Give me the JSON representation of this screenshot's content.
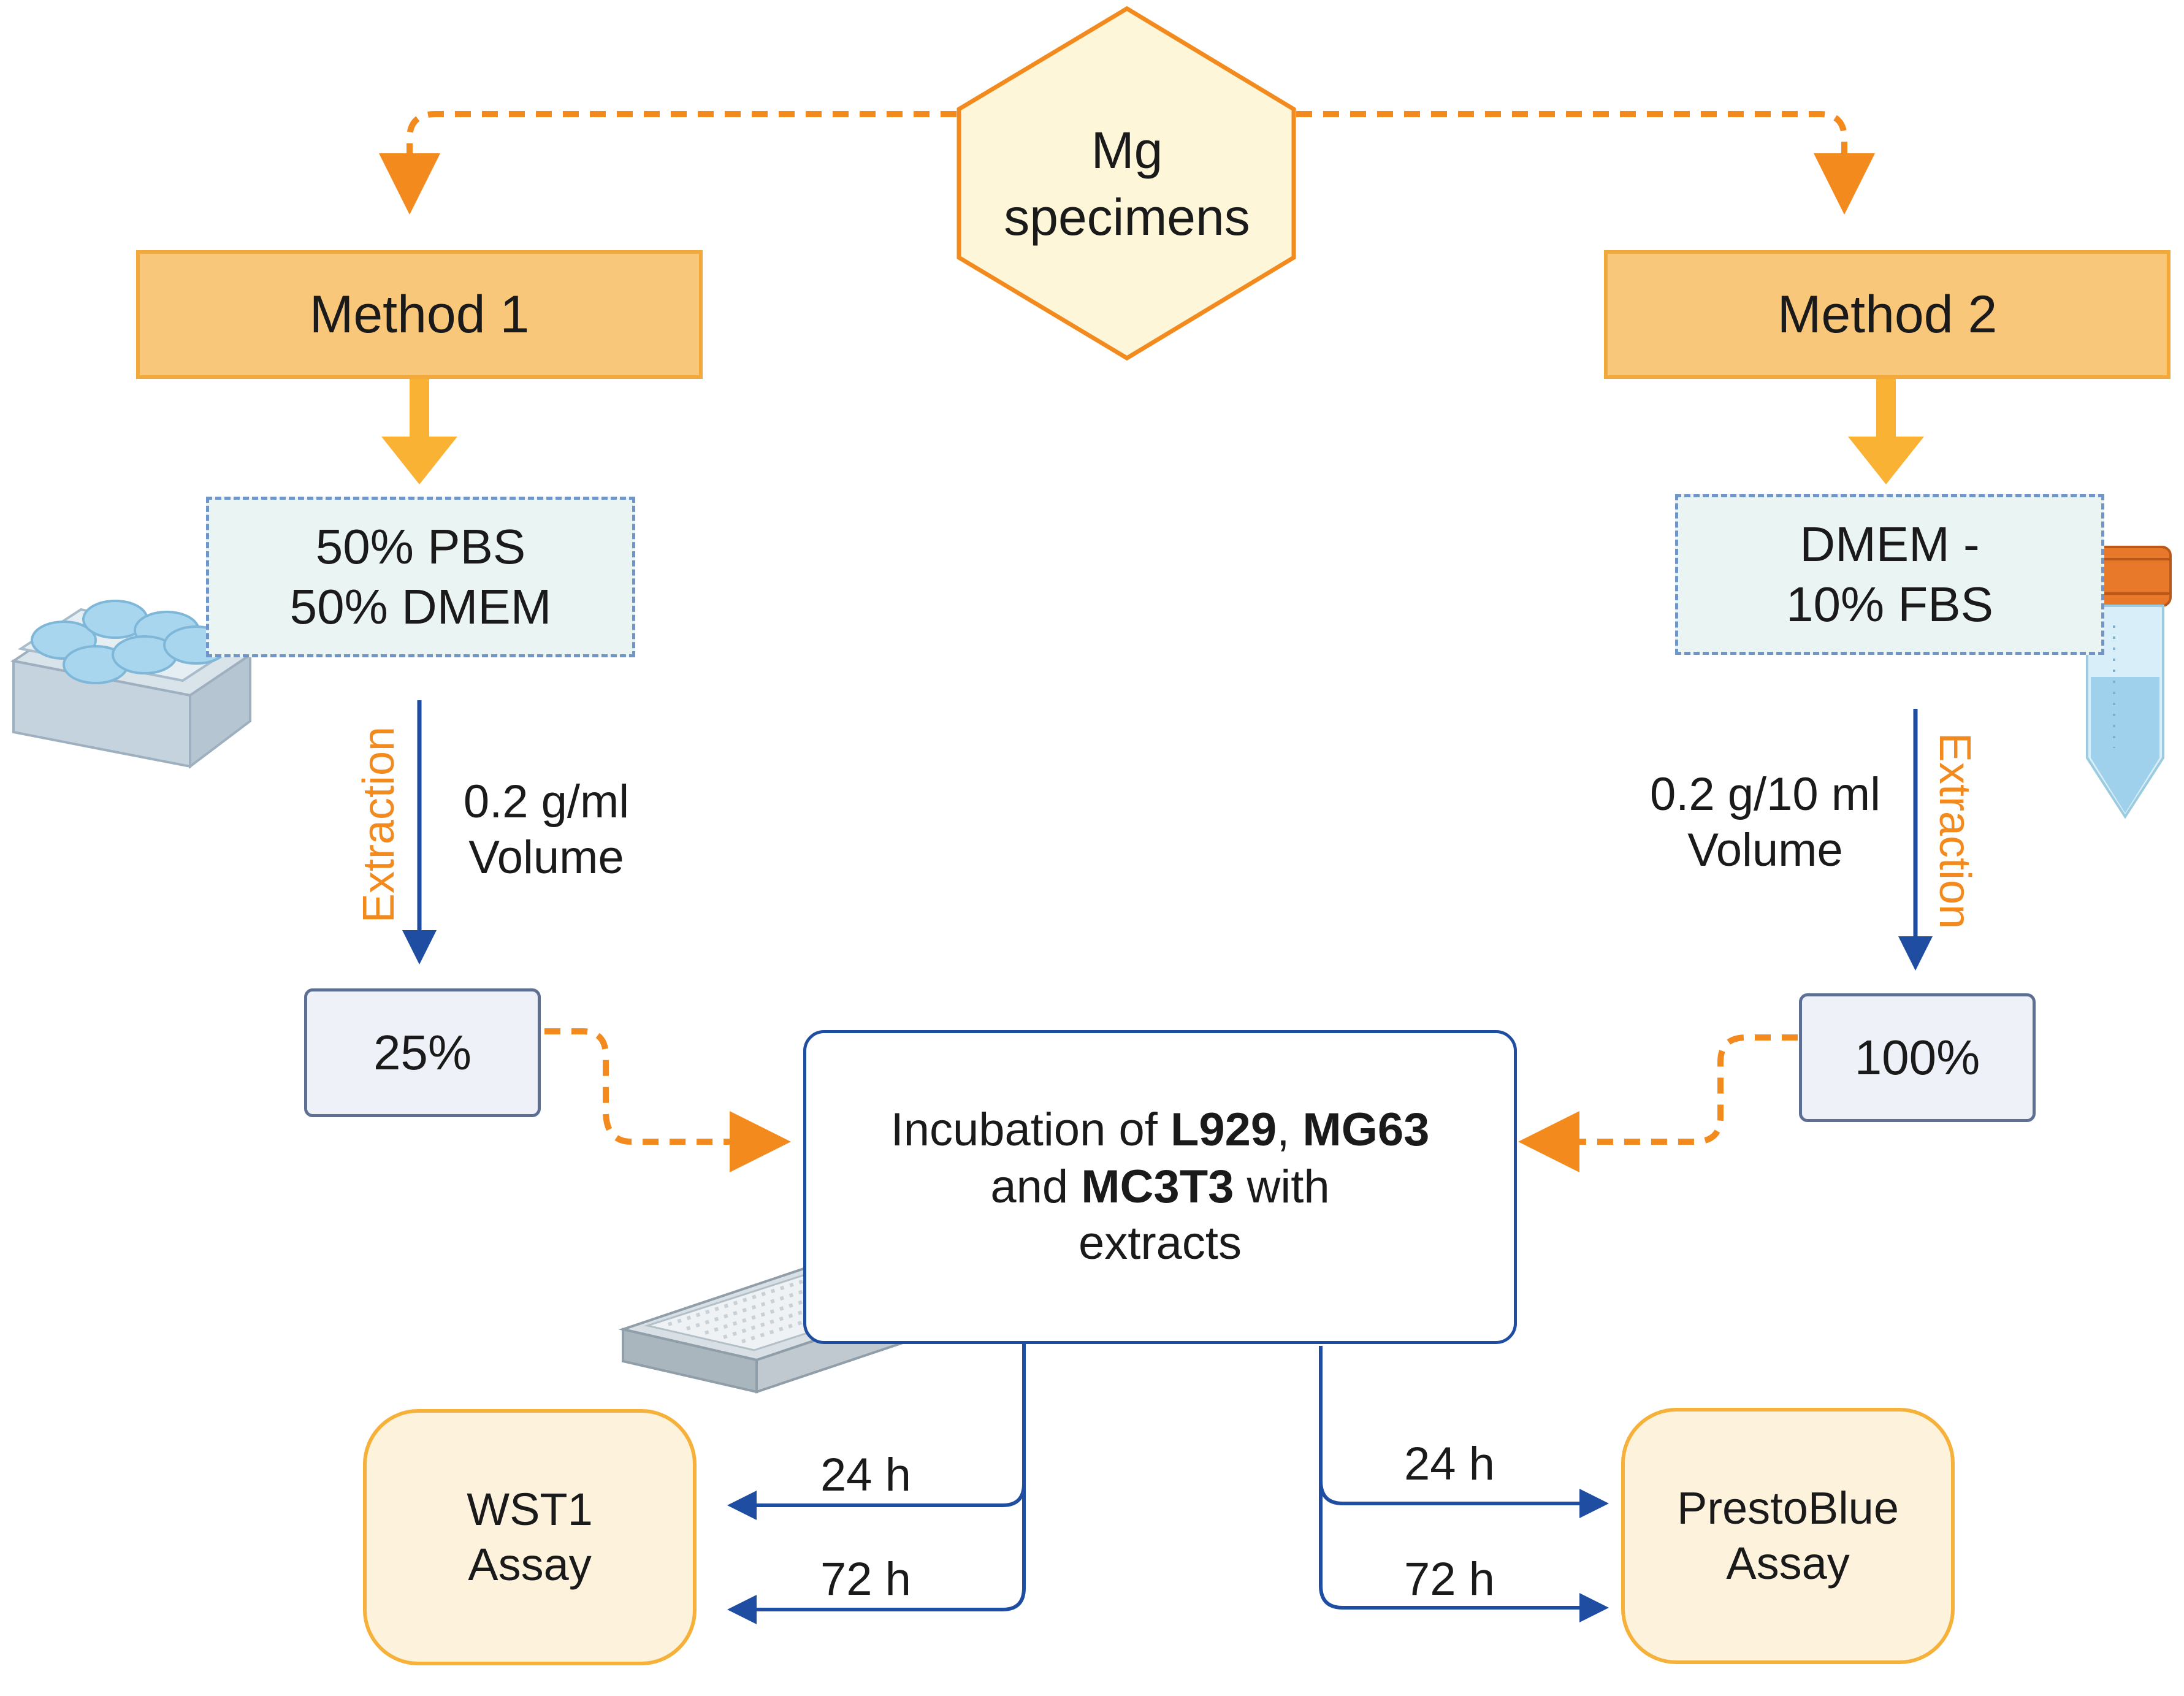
{
  "nodes": {
    "mg_specimens": {
      "line1": "Mg",
      "line2": "specimens"
    },
    "method1": {
      "label": "Method 1"
    },
    "method2": {
      "label": "Method 2"
    },
    "medium1": {
      "line1": "50% PBS",
      "line2": "50% DMEM"
    },
    "medium2": {
      "line1": "DMEM -",
      "line2": "10% FBS"
    },
    "pct1": {
      "label": "25%"
    },
    "pct2": {
      "label": "100%"
    },
    "incubation": {
      "part1": "Incubation of ",
      "cell1": "L929",
      "part2": ", ",
      "cell2": "MG63",
      "part3": "and ",
      "cell3": "MC3T3",
      "part4": " with",
      "part5": "extracts"
    },
    "wst1": {
      "line1": "WST1",
      "line2": "Assay"
    },
    "prestoblue": {
      "line1": "PrestoBlue",
      "line2": "Assay"
    }
  },
  "edges": {
    "extraction_label": "Extraction",
    "method1_ratio": "0.2 g/ml",
    "method1_volume": "Volume",
    "method2_ratio": "0.2 g/10 ml",
    "method2_volume": "Volume",
    "left_24h": "24 h",
    "left_72h": "72 h",
    "right_24h": "24 h",
    "right_72h": "72 h"
  },
  "colors": {
    "orange_dashed": "#f28a1e",
    "blue_arrow": "#1e4da1",
    "method_fill": "#f9c77a",
    "hexagon_fill": "#fdf6d8"
  },
  "icons": [
    "six-well-plate-icon",
    "falcon-tube-icon",
    "ninety-six-well-plate-icon"
  ]
}
